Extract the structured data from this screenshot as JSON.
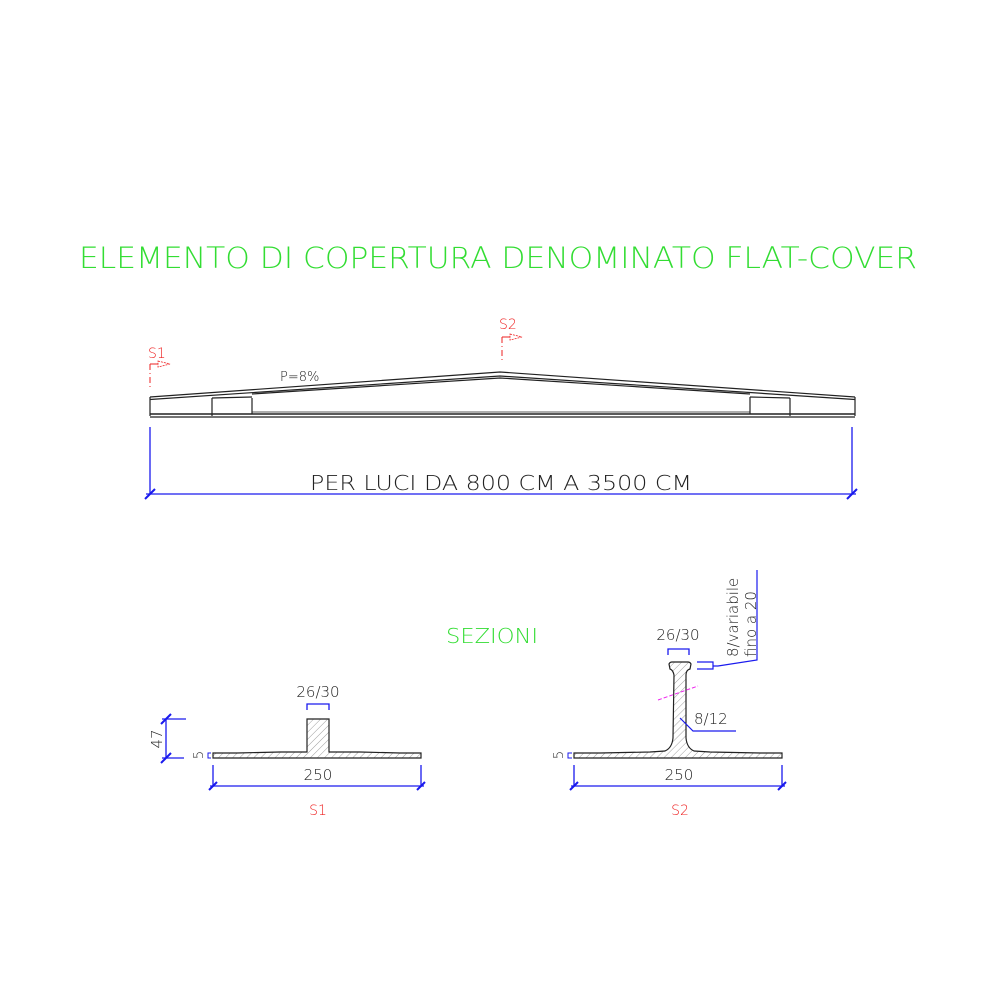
{
  "title": "ELEMENTO DI COPERTURA DENOMINATO FLAT-COVER",
  "elevation": {
    "slope_label": "P=8%",
    "section_markers": [
      {
        "label": "S1"
      },
      {
        "label": "S2"
      }
    ],
    "span_label": "PER LUCI DA 800 CM A 3500 CM"
  },
  "sections": {
    "heading": "SEZIONI",
    "s1": {
      "label": "S1",
      "rib_width": "26/30",
      "height": "47",
      "slab_thickness": "5",
      "width": "250"
    },
    "s2": {
      "label": "S2",
      "flange_width": "26/30",
      "flange_thickness_line1": "8/variabile",
      "flange_thickness_line2": "fino a 20",
      "web_thickness": "8/12",
      "slab_thickness": "5",
      "width": "250"
    }
  },
  "colors": {
    "title": "#33dd33",
    "dimension": "#1a1aee",
    "section_marker": "#ee2222",
    "outline": "#222222",
    "axis": "#ee22ee"
  }
}
